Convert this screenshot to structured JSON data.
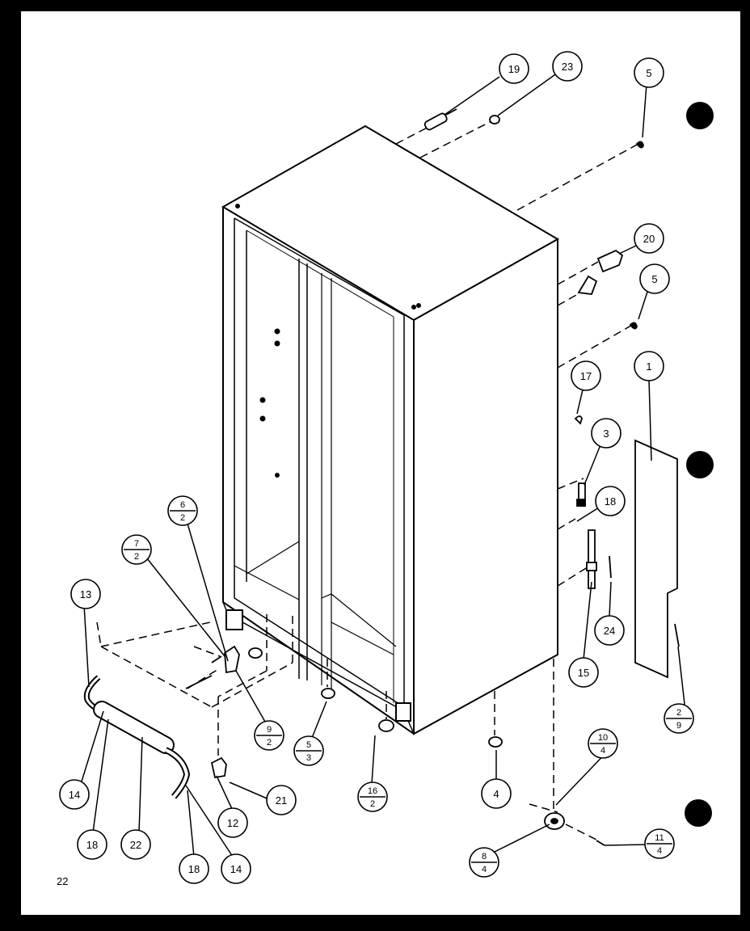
{
  "page_number": "22",
  "callouts": {
    "c19": "19",
    "c23": "23",
    "c5a": "5",
    "c20": "20",
    "c5b": "5",
    "c17": "17",
    "c1": "1",
    "c3": "3",
    "c18r": "18",
    "c24": "24",
    "c15": "15",
    "c13": "13",
    "c14a": "14",
    "c18a": "18",
    "c22": "22",
    "c18b": "18",
    "c14b": "14",
    "c12": "12",
    "c21": "21",
    "c4": "4"
  },
  "fractions": {
    "f6_2": {
      "top": "6",
      "bottom": "2"
    },
    "f7_2": {
      "top": "7",
      "bottom": "2"
    },
    "f9_2": {
      "top": "9",
      "bottom": "2"
    },
    "f5_3": {
      "top": "5",
      "bottom": "3"
    },
    "f16_2": {
      "top": "16",
      "bottom": "2"
    },
    "f10_4": {
      "top": "10",
      "bottom": "4"
    },
    "f8_4": {
      "top": "8",
      "bottom": "4"
    },
    "f11_4": {
      "top": "11",
      "bottom": "4"
    },
    "f2_9": {
      "top": "2",
      "bottom": "9"
    }
  }
}
